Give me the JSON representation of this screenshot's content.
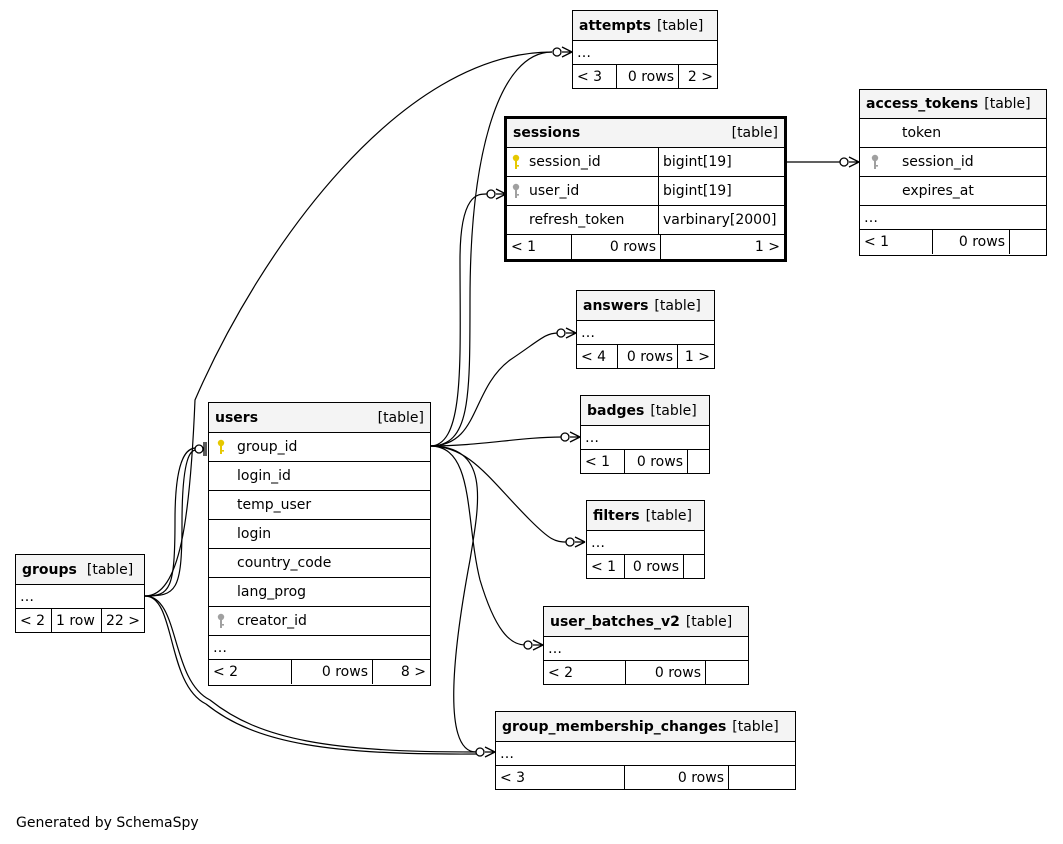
{
  "footer": "Generated by SchemaSpy",
  "kind_label": "[table]",
  "ellipsis": "…",
  "colors": {
    "header_bg": "#f4f4f4",
    "primary_key": "#e6c800",
    "foreign_key": "#a0a0a0",
    "line": "#000000"
  },
  "tables": {
    "attempts": {
      "name": "attempts",
      "foot": [
        "< 3",
        "0 rows",
        "2 >"
      ]
    },
    "sessions": {
      "name": "sessions",
      "columns": [
        {
          "name": "session_id",
          "type": "bigint[19]",
          "key": "primary-key-icon"
        },
        {
          "name": "user_id",
          "type": "bigint[19]",
          "key": "foreign-key-icon"
        },
        {
          "name": "refresh_token",
          "type": "varbinary[2000]",
          "key": ""
        }
      ],
      "foot": [
        "< 1",
        "0 rows",
        "1 >"
      ]
    },
    "access_tokens": {
      "name": "access_tokens",
      "columns": [
        {
          "name": "token",
          "key": ""
        },
        {
          "name": "session_id",
          "key": "foreign-key-icon"
        },
        {
          "name": "expires_at",
          "key": ""
        }
      ],
      "foot": [
        "< 1",
        "0 rows",
        ""
      ]
    },
    "answers": {
      "name": "answers",
      "foot": [
        "< 4",
        "0 rows",
        "1 >"
      ]
    },
    "badges": {
      "name": "badges",
      "foot": [
        "< 1",
        "0 rows",
        ""
      ]
    },
    "filters": {
      "name": "filters",
      "foot": [
        "< 1",
        "0 rows",
        ""
      ]
    },
    "user_batches_v2": {
      "name": "user_batches_v2",
      "foot": [
        "< 2",
        "0 rows",
        ""
      ]
    },
    "group_membership_changes": {
      "name": "group_membership_changes",
      "foot": [
        "< 3",
        "0 rows",
        ""
      ]
    },
    "users": {
      "name": "users",
      "columns": [
        {
          "name": "group_id",
          "key": "primary-key-icon"
        },
        {
          "name": "login_id",
          "key": ""
        },
        {
          "name": "temp_user",
          "key": ""
        },
        {
          "name": "login",
          "key": ""
        },
        {
          "name": "country_code",
          "key": ""
        },
        {
          "name": "lang_prog",
          "key": ""
        },
        {
          "name": "creator_id",
          "key": "foreign-key-icon"
        }
      ],
      "foot": [
        "< 2",
        "0 rows",
        "8 >"
      ]
    },
    "groups": {
      "name": "groups",
      "foot": [
        "< 2",
        "1 row",
        "22 >"
      ]
    }
  }
}
